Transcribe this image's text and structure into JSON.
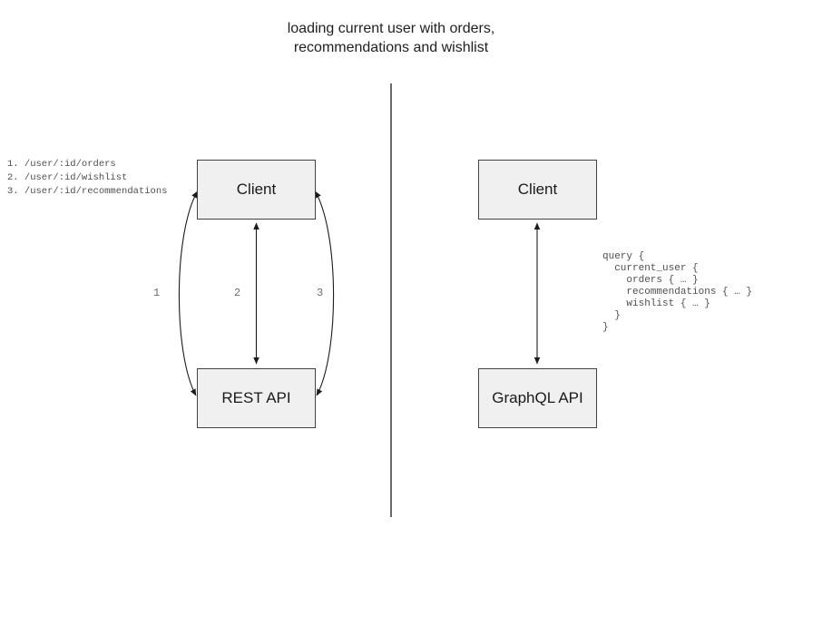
{
  "title": "loading current user with orders,\nrecommendations and wishlist",
  "left_panel": {
    "endpoints": [
      "1. /user/:id/orders",
      "2. /user/:id/wishlist",
      "3. /user/:id/recommendations"
    ],
    "client_box": "Client",
    "api_box": "REST API",
    "arrow_labels": [
      "1",
      "2",
      "3"
    ]
  },
  "right_panel": {
    "client_box": "Client",
    "api_box": "GraphQL API",
    "query": "query {\n  current_user {\n    orders { … }\n    recommendations { … }\n    wishlist { … }\n  }\n}"
  },
  "colors": {
    "background": "#ffffff",
    "box-fill": "#f0f0f0",
    "box-border": "#424242",
    "arrow": "#1c1c1c",
    "divider": "#696969",
    "title-text": "#1f1f1f",
    "code-text": "#4f4f4f",
    "label-text": "#6b6b6b"
  }
}
